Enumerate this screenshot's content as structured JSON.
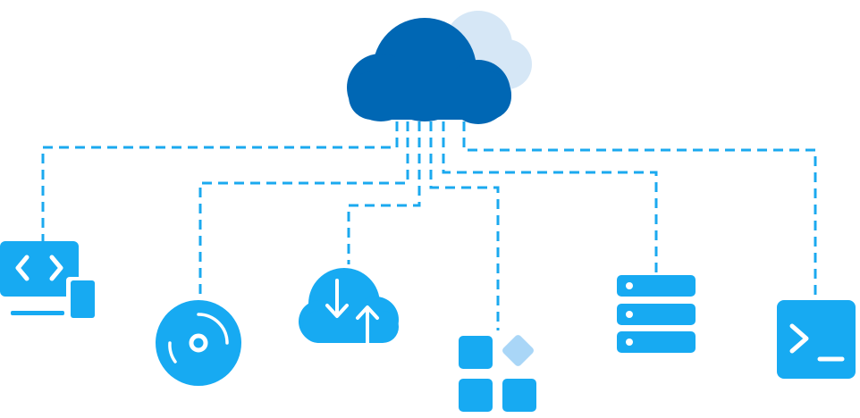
{
  "colors": {
    "background": "#ffffff",
    "cloud_primary": "#0067b4",
    "cloud_secondary": "#d6e7f6",
    "accent": "#17aaf2",
    "accent_light": "#a9d6f7",
    "connector": "#1ba9ef",
    "glyph": "#ffffff"
  },
  "diagram": {
    "hub": {
      "name": "cloud",
      "icon": "cloud-icon"
    },
    "nodes": [
      {
        "id": "dev",
        "icon": "code-devices-icon"
      },
      {
        "id": "disc",
        "icon": "disc-icon"
      },
      {
        "id": "sync",
        "icon": "cloud-sync-icon"
      },
      {
        "id": "apps",
        "icon": "app-grid-icon"
      },
      {
        "id": "server",
        "icon": "server-icon"
      },
      {
        "id": "terminal",
        "icon": "terminal-icon"
      }
    ]
  }
}
